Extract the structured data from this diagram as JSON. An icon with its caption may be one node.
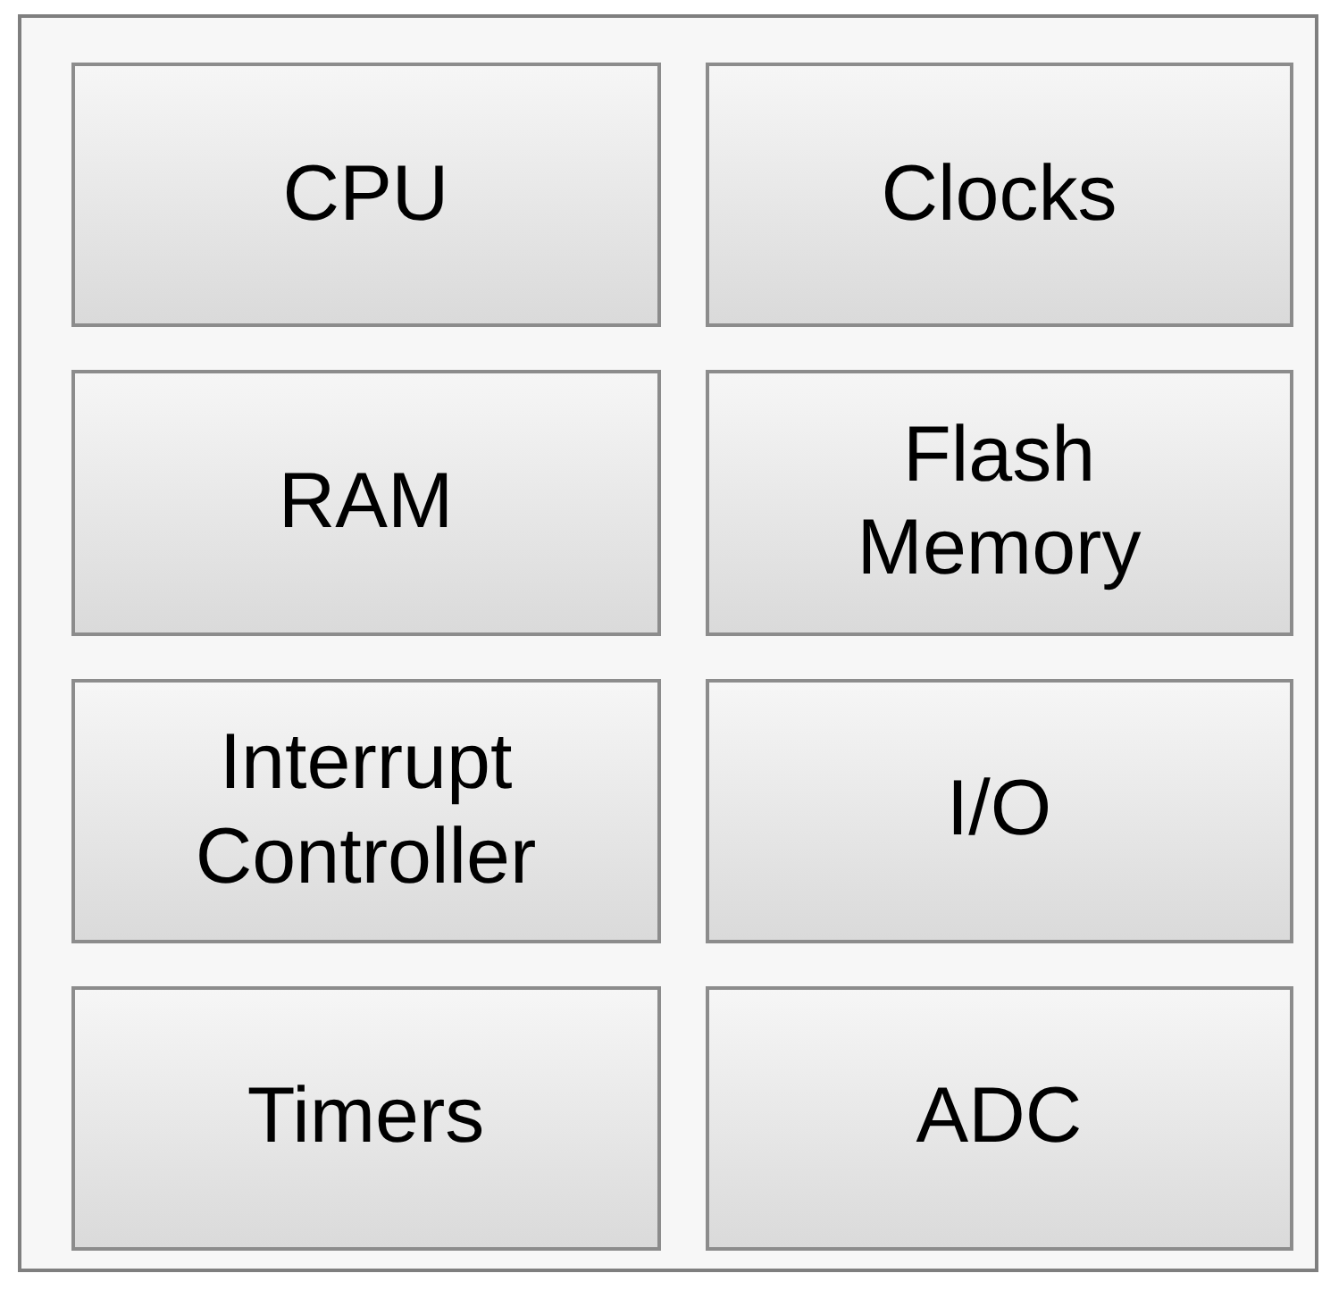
{
  "diagram": {
    "nodes": [
      {
        "text": [],
        "shape": "box"
      },
      {
        "text": [
          "CPU"
        ],
        "in": 0
      },
      {
        "text": [
          "Clocks"
        ],
        "in": 0
      },
      {
        "text": [
          "RAM"
        ],
        "in": 0
      },
      {
        "text": [
          "Flash Memory"
        ],
        "in": 0
      },
      {
        "text": [
          "Interrupt Controller"
        ],
        "in": 0
      },
      {
        "text": [
          "I/O"
        ],
        "in": 0
      },
      {
        "text": [
          "Timers"
        ],
        "in": 0
      },
      {
        "text": [
          "ADC"
        ],
        "in": 0
      }
    ]
  }
}
